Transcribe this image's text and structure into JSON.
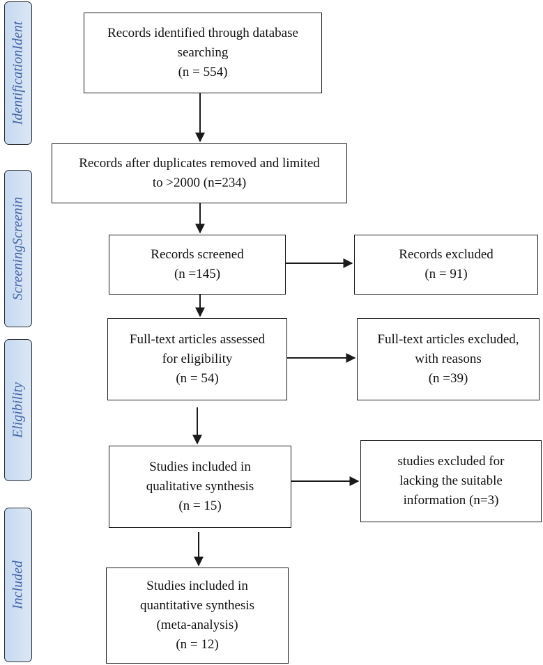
{
  "stages": {
    "identification": "IdentificationIdent",
    "screening": "ScreeningScreenin",
    "eligibility": "Eligibility",
    "included": "Included"
  },
  "boxes": {
    "identified": [
      "Records identified through database",
      "searching",
      "(n = 554)"
    ],
    "after_duplicates": [
      "Records after duplicates removed and limited",
      "to >2000 (n=234)"
    ],
    "screened": [
      "Records screened",
      "(n =145)"
    ],
    "excluded": [
      "Records excluded",
      "(n = 91)"
    ],
    "full_text_assessed": [
      "Full-text articles assessed",
      "for eligibility",
      "(n = 54)"
    ],
    "full_text_excluded": [
      "Full-text articles excluded,",
      "with reasons",
      "(n =39)"
    ],
    "qualitative": [
      "Studies included in",
      "qualitative synthesis",
      "(n = 15)"
    ],
    "lacking_info_excluded": [
      "studies excluded for",
      "lacking the suitable",
      "information (n=3)"
    ],
    "quantitative": [
      "Studies included in",
      "quantitative synthesis",
      "(meta-analysis)",
      "(n = 12)"
    ]
  },
  "colors": {
    "stage_fill": "#c6d9f0",
    "stage_text": "#3f64a6",
    "stroke": "#1a1a1a"
  }
}
